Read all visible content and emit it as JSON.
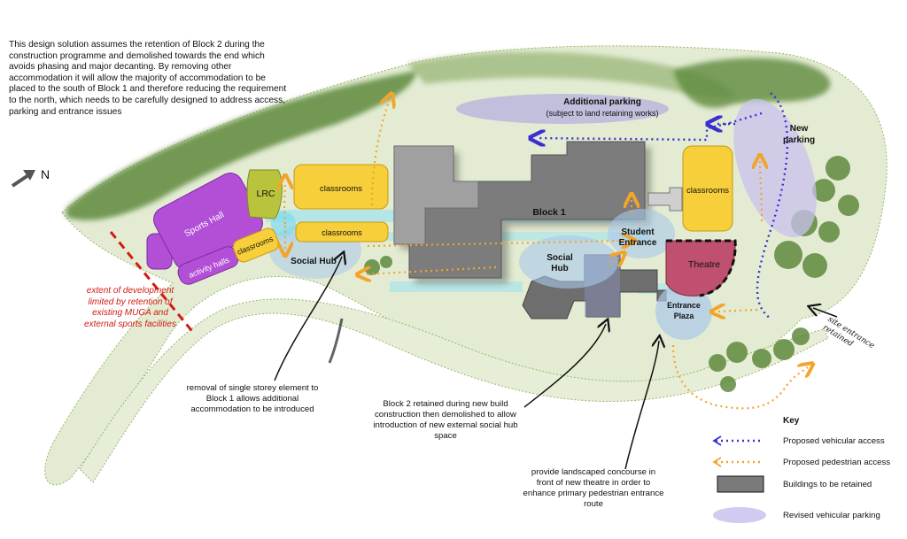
{
  "intro_text": "This design solution assumes the retention of Block 2 during the construction programme and demolished towards the end which avoids phasing and major decanting. By removing other accommodation it will allow the majority of accommodation to be placed to the south of Block 1 and therefore reducing the requirement to the north, which needs to be carefully designed to address access, parking and entrance issues",
  "north_label": "N",
  "labels": {
    "sports_hall": "Sports Hall",
    "lrc": "LRC",
    "classrooms_a": "classrooms",
    "classrooms_b": "classrooms",
    "classrooms_c": "classrooms",
    "classrooms_d": "classrooms",
    "activity_halls": "activity halls",
    "social_hub_west": "Social Hub",
    "block1": "Block 1",
    "social_hub_centre_1": "Social",
    "social_hub_centre_2": "Hub",
    "student_entrance_1": "Student",
    "student_entrance_2": "Entrance",
    "theatre": "Theatre",
    "entrance_plaza_1": "Entrance",
    "entrance_plaza_2": "Plaza",
    "new_parking_1": "New",
    "new_parking_2": "parking",
    "additional_parking": "Additional parking",
    "additional_parking_sub": "(subject to land retaining works)"
  },
  "notes": {
    "red_limit": "extent of development limited by retention of existing MUGA and external sports facilities",
    "single_storey": "removal of single storey element to Block 1 allows additional accommodation to be introduced",
    "block2": "Block 2 retained during new build construction then demolished to allow introduction of new external social hub space",
    "concourse": "provide landscaped concourse in front of new theatre in order to enhance primary pedestrian entrance route",
    "site_entrance": "site entrance retained"
  },
  "key": {
    "title": "Key",
    "items": [
      {
        "label": "Proposed vehicular access",
        "symbol": "dotted-arrow",
        "color": "#3b2fd0"
      },
      {
        "label": "Proposed pedestrian access",
        "symbol": "dotted-arrow",
        "color": "#f3a42a"
      },
      {
        "label": "Buildings to be retained",
        "symbol": "grey-box",
        "color": "#7a7a7a"
      },
      {
        "label": "Revised vehicular parking",
        "symbol": "ellipse",
        "color": "#c9c1ef"
      }
    ]
  },
  "colors": {
    "landscape": "#e3ecd3",
    "trees": "#5f8a3e",
    "sports_hall": "#b24fd6",
    "lrc": "#b9c43c",
    "classrooms": "#f6cf3a",
    "theatre": "#c0506f",
    "block": "#7c7c7c",
    "hub": "#a9c8ea",
    "cyan_link": "#9fe3f0",
    "vehicular": "#3b2fd0",
    "pedestrian": "#f3a42a",
    "red_line": "#d11b12"
  }
}
